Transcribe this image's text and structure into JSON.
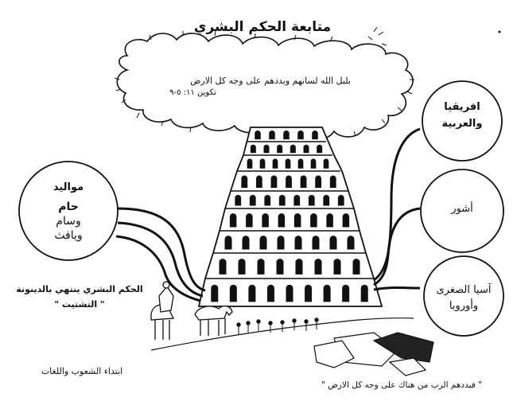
{
  "title": "متابعة الحكم البشري",
  "cloud": {
    "verse": "بلبل الله لسانهم وبددهم على وجه كل الارض",
    "reference": "تكوين ١١: ٥-٩"
  },
  "left_circle": {
    "heading": "مواليد",
    "names": [
      "حام",
      "وسام",
      "ويافث"
    ]
  },
  "right_circles": [
    {
      "lines": [
        "افريقيا",
        "والعربية"
      ]
    },
    {
      "lines": [
        "أشور"
      ]
    },
    {
      "lines": [
        "آسيا الصغرى",
        "وأوروبا"
      ]
    }
  ],
  "captions": {
    "human_rule": "الحكم البشري ينتهي بالدينونة",
    "scattering": "\" التشتيت \"",
    "peoples": "ابتداء الشعوب واللغات",
    "bottom_quote": "\" فبددهم الرب من هناك على وجه كل الارض \""
  }
}
